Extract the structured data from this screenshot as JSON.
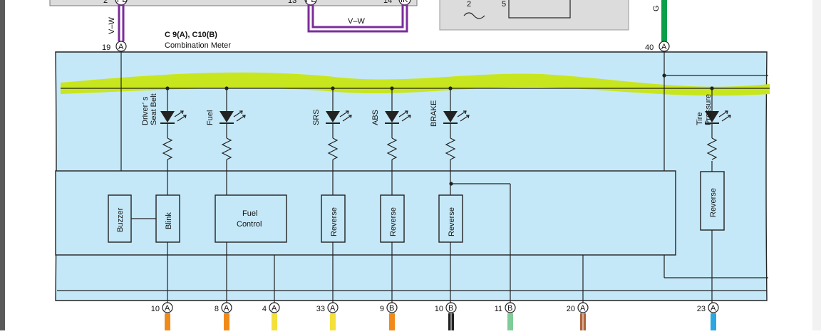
{
  "colors": {
    "panel_bg": "#c5e8f8",
    "highlight": "#c8e61e",
    "wire_v_w": "#7b2d9a",
    "wire_g": "#0aa04a",
    "wire_orange": "#f08a1a",
    "wire_yellow": "#f3e03a",
    "wire_black": "#222222",
    "wire_green_light": "#7fcc99",
    "wire_brown": "#b0653a",
    "wire_blue": "#2aa7e0",
    "top_box_bg": "#dcdcdc"
  },
  "top": {
    "connector_title": "C 9(A), C10(B)",
    "connector_subtitle": "Combination Meter",
    "wire_left_label": "V–W",
    "wire_mid_label": "V–W",
    "wire_right_label": "G",
    "pin_left": "19",
    "pin_left_conn": "A",
    "pin_right": "40",
    "pin_right_conn": "A",
    "partial_pins": [
      "2",
      "13",
      "14"
    ],
    "partial_conns": [
      "PD",
      "PE",
      "IK"
    ],
    "inset_pin_a": "2",
    "inset_pin_b": "5"
  },
  "indicators": [
    {
      "label_line1": "Driver’ s",
      "label_line2": "Seat Belt"
    },
    {
      "label_line1": "Fuel",
      "label_line2": ""
    },
    {
      "label_line1": "SRS",
      "label_line2": ""
    },
    {
      "label_line1": "ABS",
      "label_line2": ""
    },
    {
      "label_line1": "BRAKE",
      "label_line2": ""
    },
    {
      "label_line1": "Tire",
      "label_line2": "Pressure"
    }
  ],
  "blocks": {
    "buzzer": "Buzzer",
    "blink": "Blink",
    "fuel_control_1": "Fuel",
    "fuel_control_2": "Control",
    "reverse_labels": [
      "Reverse",
      "Reverse",
      "Reverse",
      "Reverse"
    ]
  },
  "bottom_pins": [
    {
      "num": "10",
      "conn": "A"
    },
    {
      "num": "8",
      "conn": "A"
    },
    {
      "num": "4",
      "conn": "A"
    },
    {
      "num": "33",
      "conn": "A"
    },
    {
      "num": "9",
      "conn": "B"
    },
    {
      "num": "10",
      "conn": "B"
    },
    {
      "num": "11",
      "conn": "B"
    },
    {
      "num": "20",
      "conn": "A"
    },
    {
      "num": "23",
      "conn": "A"
    }
  ]
}
